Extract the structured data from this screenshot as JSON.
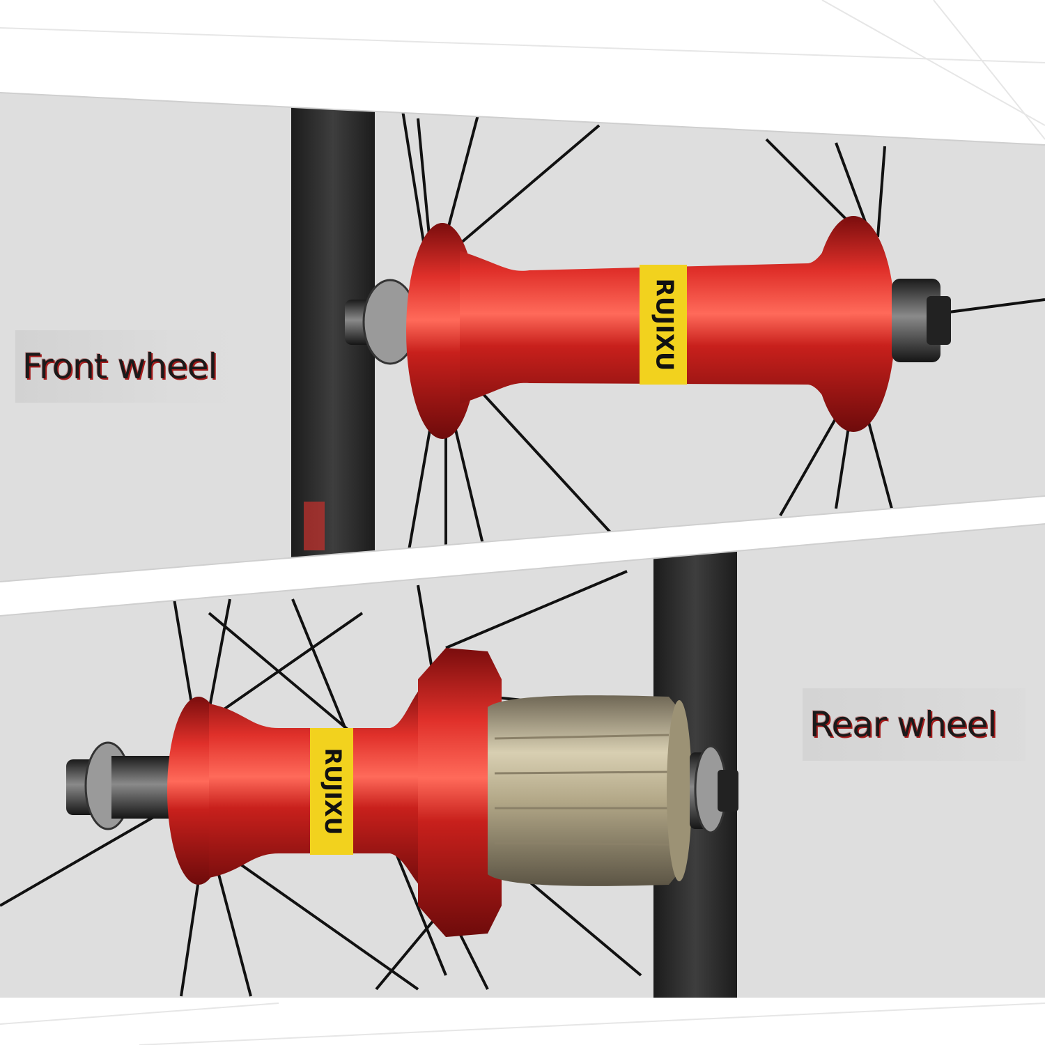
{
  "labels": {
    "front": "Front wheel",
    "rear": "Rear wheel"
  },
  "hub": {
    "brand": "RUJIXU"
  },
  "colors": {
    "hub_red": "#c41a1a",
    "brand_band": "#f2d21e",
    "panel_grey": "#dedede",
    "freehub_gold": "#b8ad8e",
    "rim_black": "#2a2a2a",
    "label_shadow": "#a51b1b"
  }
}
